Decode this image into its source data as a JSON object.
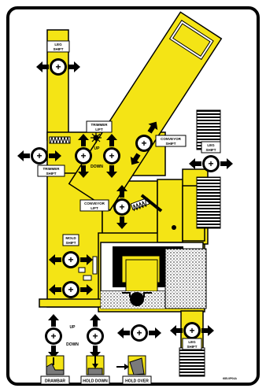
{
  "colors": {
    "machine": "#f4e415",
    "ink": "#000000",
    "panel": "#ffffff",
    "shade": "#7a7a7a"
  },
  "labels": {
    "leg_shift_top": [
      "LEG",
      "SHIFT"
    ],
    "trimmer_lift": [
      "TRIMMER",
      "LIFT"
    ],
    "trimmer_up": "UP",
    "trimmer_down": "DOWN",
    "trimmer_shift": [
      "TRIMMER",
      "SHIFT"
    ],
    "conveyor_shift": [
      "CONVEYOR",
      "SHIFT"
    ],
    "leg_shift_right": [
      "LEG",
      "SHIFT"
    ],
    "conveyor_lift": [
      "CONVEYOR",
      "LIFT"
    ],
    "mold_shift": [
      "MOLD",
      "SHIFT"
    ],
    "lower_up": "UP",
    "lower_down": "DOWN",
    "leg_shift_bottom": [
      "LEG",
      "SHIFT"
    ],
    "drawbar": "DRAWBAR",
    "hold_down": "HOLD DOWN",
    "hold_over": "HOLD OVER",
    "part_number": "685-0P04A"
  },
  "control_symbol": "+",
  "icons": [
    "double-arrow-icon",
    "control-knob-icon",
    "sun-icon",
    "spring-icon",
    "wheel-icon"
  ]
}
